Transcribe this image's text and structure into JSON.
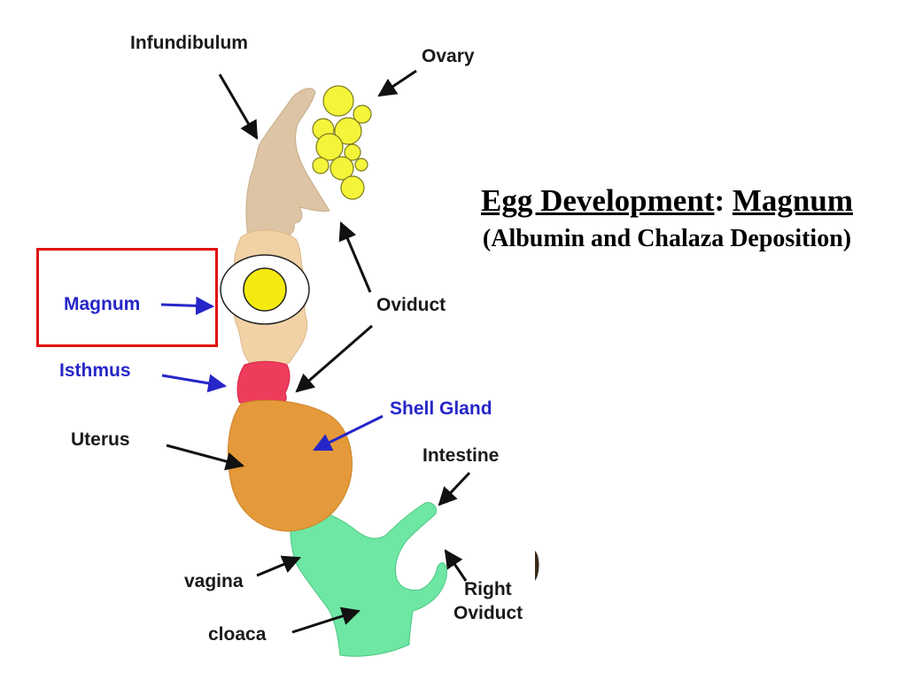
{
  "title": {
    "part1": "Egg Development",
    "sep": ":",
    "part2": "Magnum",
    "subtitle": "(Albumin and Chalaza Deposition)"
  },
  "labels": {
    "infundibulum": "Infundibulum",
    "ovary": "Ovary",
    "magnum": "Magnum",
    "oviduct": "Oviduct",
    "isthmus": "Isthmus",
    "shell_gland": "Shell Gland",
    "uterus": "Uterus",
    "intestine": "Intestine",
    "vagina": "vagina",
    "cloaca": "cloaca",
    "right_oviduct_1": "Right",
    "right_oviduct_2": "Oviduct"
  },
  "colors": {
    "infundibulum": "#dcc4a4",
    "magnum": "#f1d2a6",
    "isthmus": "#ee3c5c",
    "uterus": "#e49a3a",
    "vagina_cloaca": "#6ee6a4",
    "ovary": "#f4f43a",
    "yolk": "#f4ea10",
    "highlight": "#e01010",
    "blue_label": "#2626c8"
  }
}
